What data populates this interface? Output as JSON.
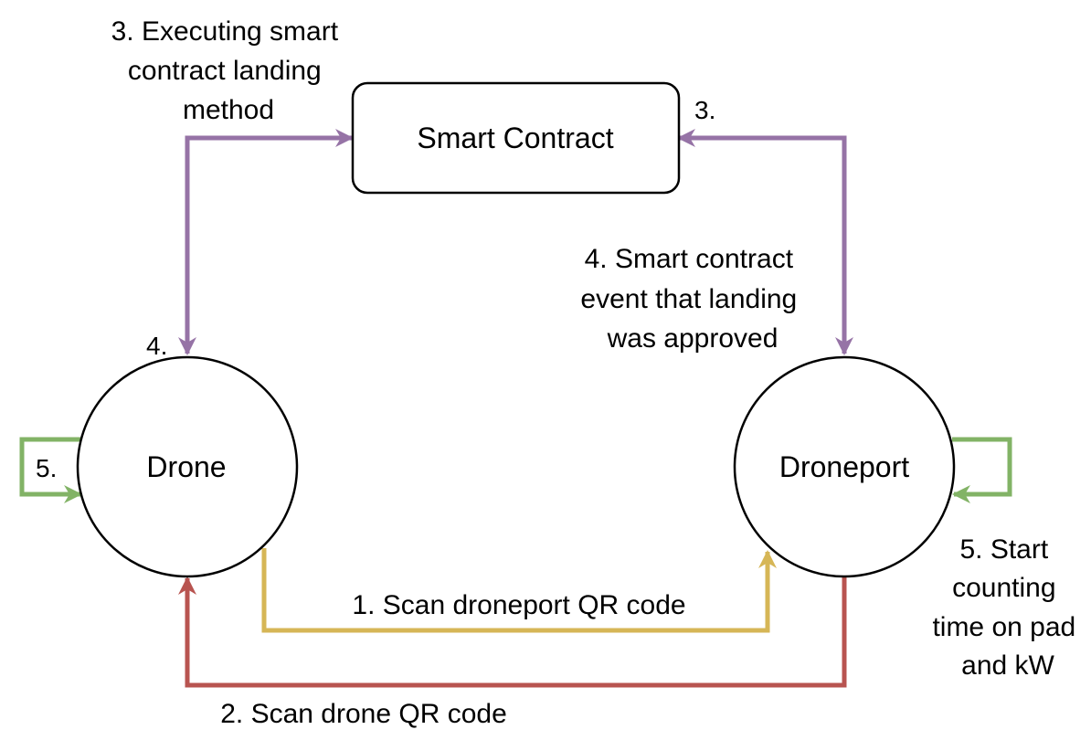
{
  "nodes": {
    "smart_contract": {
      "label": "Smart Contract"
    },
    "drone": {
      "label": "Drone"
    },
    "droneport": {
      "label": "Droneport"
    }
  },
  "labels": {
    "step3_lines": [
      "3. Executing smart",
      "contract landing",
      "method"
    ],
    "step3_short": "3.",
    "step4_lines": [
      "4. Smart contract",
      "event that landing",
      "was approved"
    ],
    "step4_short": "4.",
    "step5_drone": "5.",
    "step5_lines": [
      "5. Start",
      "counting",
      "time on pad",
      "and kW"
    ],
    "step1": "1. Scan droneport QR code",
    "step2": "2. Scan drone QR code"
  },
  "colors": {
    "purple": "#9673a6",
    "green": "#82b366",
    "yellow": "#d6b656",
    "red": "#b85450",
    "stroke": "#000000"
  }
}
